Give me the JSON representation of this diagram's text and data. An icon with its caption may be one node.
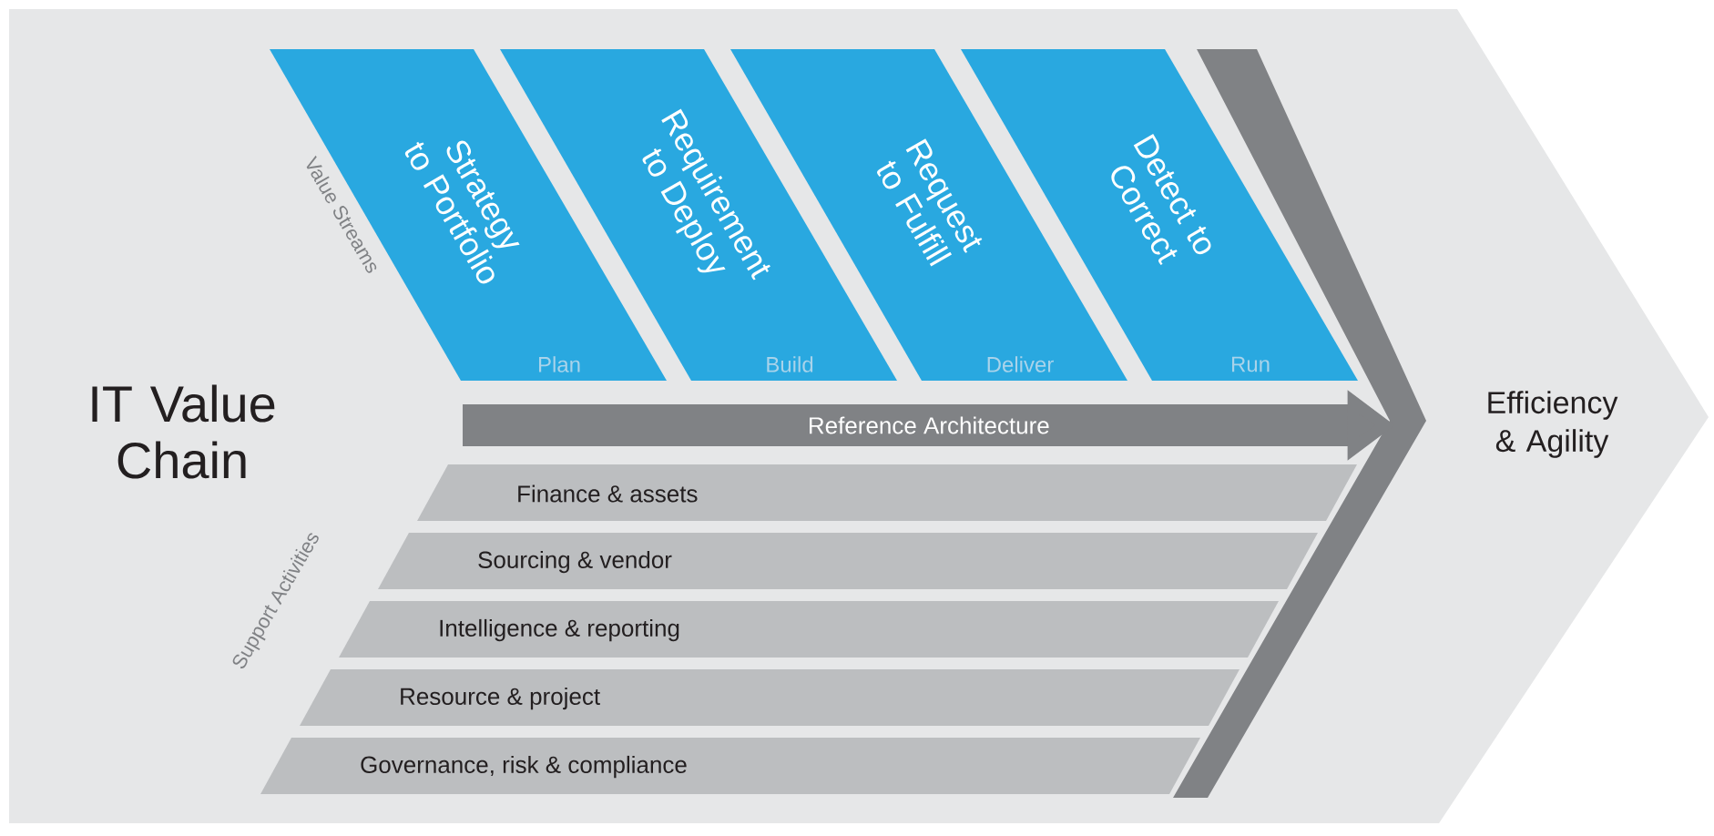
{
  "diagram": {
    "nodes": [
      {
        "text": [
          "IT Value Chain",
          "Efficiency & Agility"
        ]
      },
      {
        "text": [
          "Strategy to Portfolio",
          "Plan"
        ],
        "in": 0
      },
      {
        "text": [
          "Requirement to Deploy",
          "Build"
        ],
        "in": 0
      },
      {
        "text": [
          "Request to Fulfill",
          "Deliver"
        ],
        "in": 0
      },
      {
        "text": [
          "Detect to Correct",
          "Run"
        ],
        "in": 0
      },
      {
        "text": [
          "Finance & assets"
        ],
        "in": 0
      },
      {
        "text": [
          "Sourcing & vendor"
        ],
        "in": 0
      },
      {
        "text": [
          "Intelligence & reporting"
        ],
        "in": 0
      },
      {
        "text": [
          "Resource & project"
        ],
        "in": 0
      },
      {
        "text": [
          "Governance, risk & compliance"
        ],
        "in": 0
      },
      {
        "text": [],
        "shape": "chevron",
        "in": 0
      }
    ],
    "edges": [
      {
        "from": null,
        "to": 10,
        "arrow": "to",
        "label": "Reference Architecture"
      }
    ],
    "labels": [
      "Value Streams",
      "Support Activities"
    ]
  }
}
